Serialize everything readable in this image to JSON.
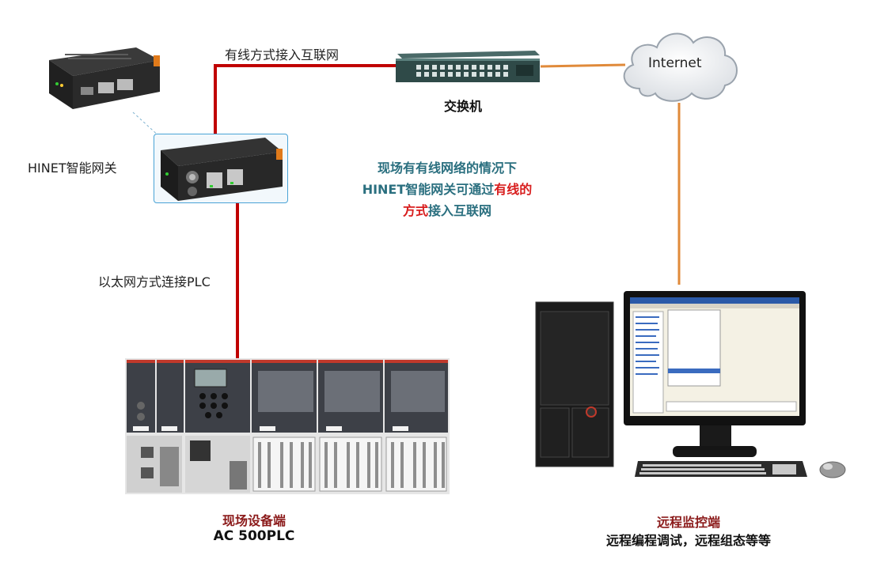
{
  "labels": {
    "wired_access": "有线方式接入互联网",
    "switch": "交换机",
    "internet": "Internet",
    "gateway": "HINET智能网关",
    "ethernet_plc": "以太网方式连接PLC"
  },
  "note": {
    "line1": "现场有有线网络的情况下",
    "line2_prefix": "HINET智能网关可通过",
    "line2_highlight": "有线的",
    "line3_highlight": "方式",
    "line3_suffix": "接入互联网"
  },
  "field_side": {
    "title": "现场设备端",
    "subtitle": "AC 500PLC"
  },
  "remote_side": {
    "title": "远程监控端",
    "subtitle": "远程编程调试，远程组态等等"
  },
  "colors": {
    "cable_red": "#c00000",
    "cable_orange": "#e08a3a",
    "note_teal": "#2a6f7f",
    "highlight_red": "#d81e1e",
    "title_darkred": "#8b1a1a"
  },
  "icons": [
    "gateway-device-icon",
    "switch-device-icon",
    "cloud-icon",
    "plc-rack-icon",
    "computer-tower-icon",
    "monitor-icon",
    "keyboard-icon",
    "mouse-icon"
  ]
}
